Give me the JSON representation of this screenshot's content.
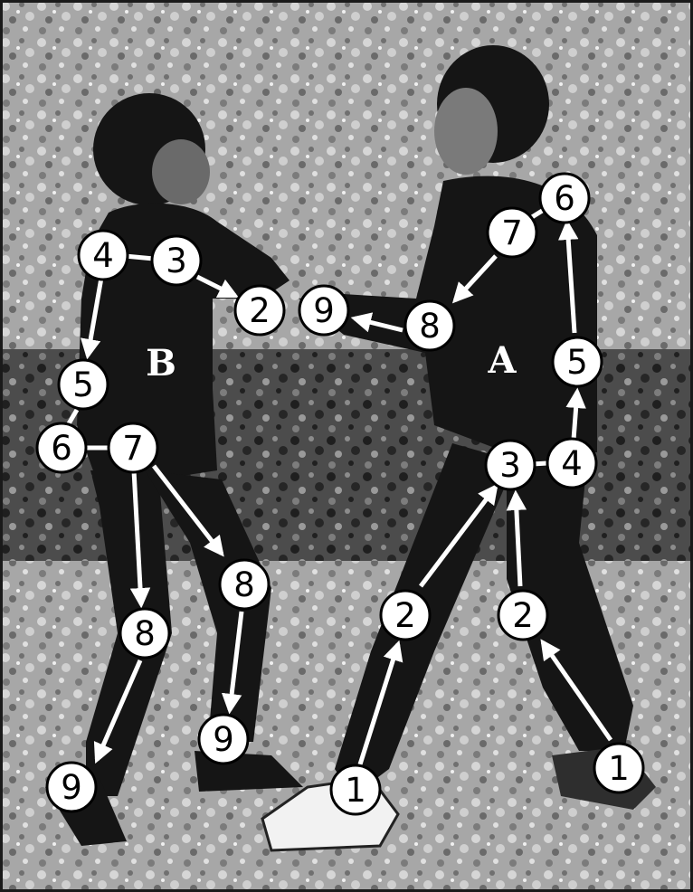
{
  "figure": {
    "labels": {
      "left_person": "B",
      "right_person": "A"
    },
    "colors": {
      "band_light": "#a9a9a9",
      "band_dark": "#4e4e4e",
      "silhouette": "#151515",
      "node_fill": "#ffffff",
      "node_stroke": "#000000",
      "arrow": "#ffffff",
      "border": "#1a1a1a"
    },
    "person_b": {
      "nodes": [
        "4",
        "3",
        "2",
        "5",
        "6",
        "7",
        "8",
        "8",
        "9",
        "9"
      ]
    },
    "person_a": {
      "nodes": [
        "6",
        "7",
        "9",
        "8",
        "5",
        "3",
        "4",
        "2",
        "2",
        "1",
        "1"
      ]
    }
  }
}
